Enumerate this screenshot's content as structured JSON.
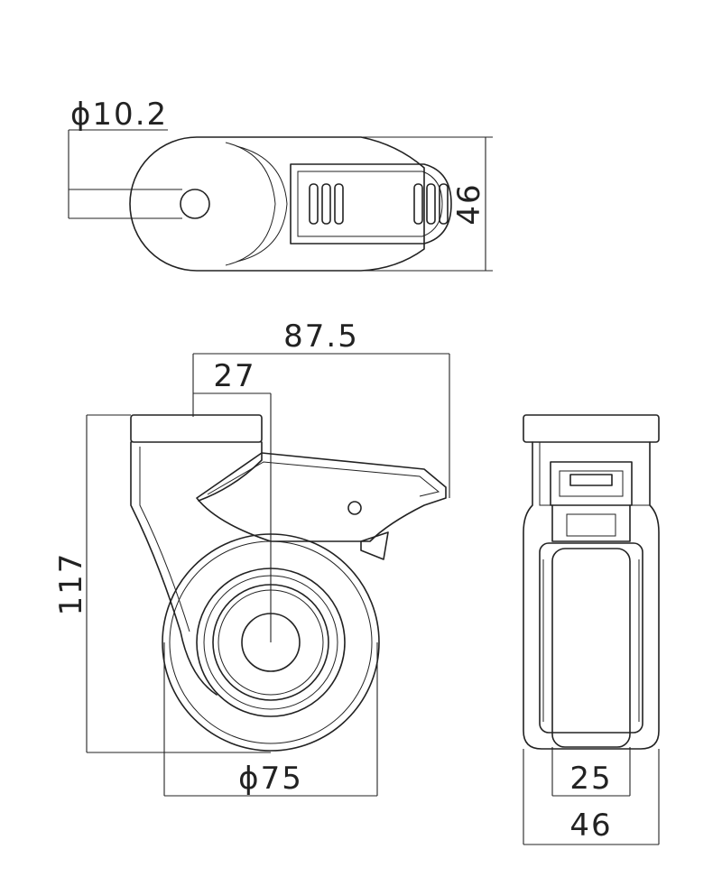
{
  "dimensions": {
    "axle_bore": "ϕ10.2",
    "top_depth": "46",
    "overall_width": "87.5",
    "mount_offset": "27",
    "overall_height": "117",
    "wheel_diameter": "ϕ75",
    "tread_width": "25",
    "body_width": "46"
  },
  "colors": {
    "line": "#222222",
    "background": "#ffffff"
  }
}
